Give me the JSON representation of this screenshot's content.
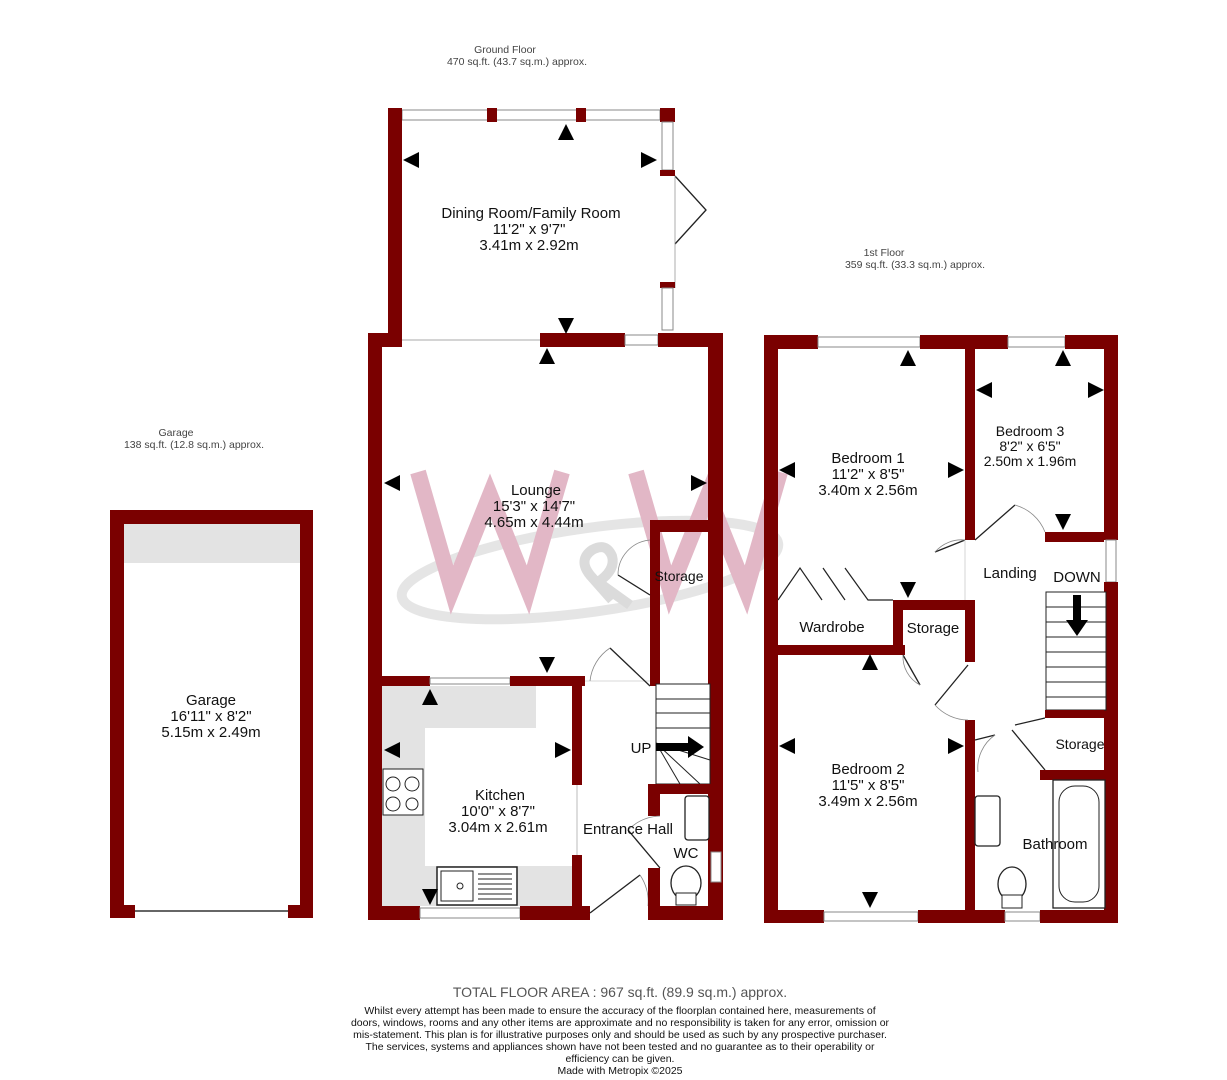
{
  "floors": {
    "ground": {
      "name": "Ground Floor",
      "area": "470 sq.ft. (43.7 sq.m.) approx."
    },
    "first": {
      "name": "1st Floor",
      "area": "359 sq.ft. (33.3 sq.m.) approx."
    },
    "garage": {
      "name": "Garage",
      "area": "138 sq.ft. (12.8 sq.m.) approx."
    }
  },
  "rooms": {
    "dining": {
      "name": "Dining Room/Family Room",
      "imperial": "11'2\"  x 9'7\"",
      "metric": "3.41m  x 2.92m"
    },
    "lounge": {
      "name": "Lounge",
      "imperial": "15'3\"  x 14'7\"",
      "metric": "4.65m  x 4.44m"
    },
    "kitchen": {
      "name": "Kitchen",
      "imperial": "10'0\"  x 8'7\"",
      "metric": "3.04m  x 2.61m"
    },
    "garage": {
      "name": "Garage",
      "imperial": "16'11\"  x 8'2\"",
      "metric": "5.15m  x 2.49m"
    },
    "bedroom1": {
      "name": "Bedroom 1",
      "imperial": "11'2\"  x 8'5\"",
      "metric": "3.40m  x 2.56m"
    },
    "bedroom2": {
      "name": "Bedroom 2",
      "imperial": "11'5\"  x 8'5\"",
      "metric": "3.49m  x 2.56m"
    },
    "bedroom3": {
      "name": "Bedroom 3",
      "imperial": "8'2\"  x 6'5\"",
      "metric": "2.50m  x 1.96m"
    }
  },
  "labels": {
    "storage_ground": "Storage",
    "entrance_hall": "Entrance Hall",
    "wc": "WC",
    "up": "UP",
    "down": "DOWN",
    "landing": "Landing",
    "wardrobe": "Wardrobe",
    "storage_first": "Storage",
    "storage_first2": "Storage",
    "bathroom": "Bathroom"
  },
  "footer": {
    "total": "TOTAL FLOOR AREA : 967 sq.ft. (89.9 sq.m.) approx.",
    "disclaimer": "Whilst every attempt has been made to ensure the accuracy of the floorplan contained here, measurements of doors, windows, rooms and any other items are approximate and no responsibility is taken for any error, omission or mis-statement. This plan is for illustrative purposes only and should be used as such by any prospective purchaser. The services, systems and appliances shown have not been tested and no guarantee as to their operability or efficiency can be given.",
    "made_with": "Made with Metropix ©2025"
  },
  "watermark": "W&W",
  "colors": {
    "wall": "#7a0000",
    "watermark": "#d9a0b4"
  }
}
